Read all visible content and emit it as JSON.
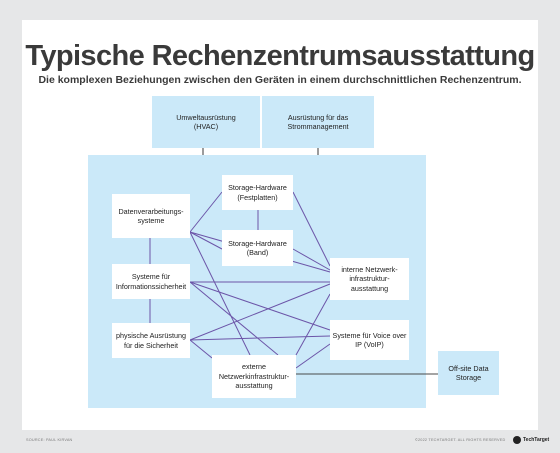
{
  "title": "Typische Rechenzentrumsausstattung",
  "subtitle": "Die komplexen Beziehungen zwischen den Geräten in einem durchschnittlichen Rechenzentrum.",
  "colors": {
    "background": "#e6e7e8",
    "panel": "#cbe9f9",
    "node": "#ffffff",
    "line_purple": "#6c55a8",
    "line_dark": "#4a4a4a"
  },
  "nodes": {
    "hvac": "Umweltausrüstung\n(HVAC)",
    "power": "Ausrüstung für das\nStrommanagement",
    "dp": "Datenverarbeitungs-\nsysteme",
    "stor_disk": "Storage-Hardware\n(Festplatten)",
    "stor_tape": "Storage-Hardware\n(Band)",
    "infosec": "Systeme für\nInformationssicherheit",
    "internal_net": "interne Netzwerk-\ninfrastruktur-\nausstattung",
    "physsec": "physische Ausrüstung\nfür die Sicherheit",
    "voip": "Systeme für Voice over\nIP (VoIP)",
    "external_net": "externe\nNetzwerkinfrastruktur-\nausstattung",
    "offsite": "Off-site Data\nStorage"
  },
  "footer": {
    "source": "SOURCE: PAUL KIRVAN",
    "copyright": "©2022 TECHTARGET. ALL RIGHTS RESERVED",
    "brand": "TechTarget"
  }
}
